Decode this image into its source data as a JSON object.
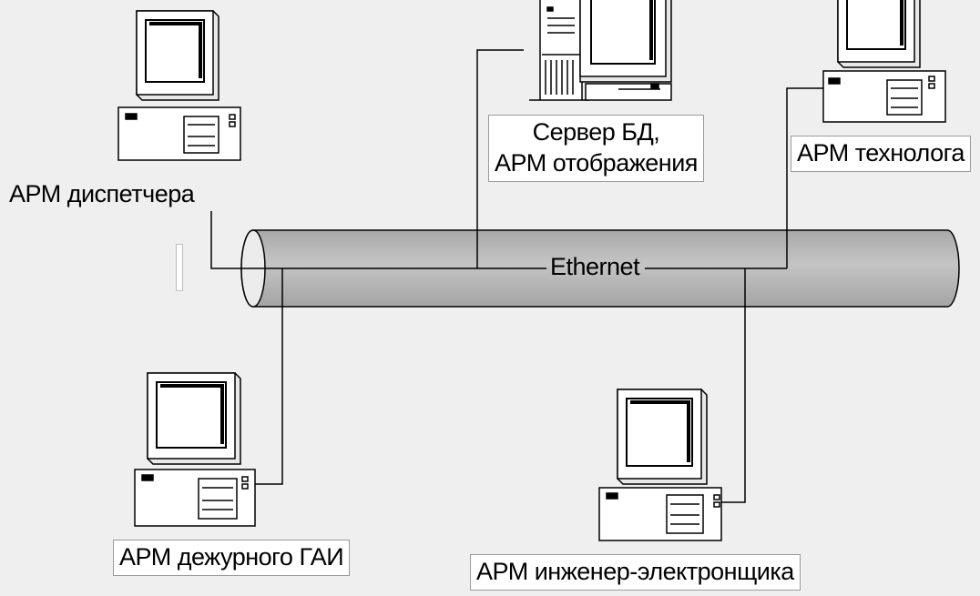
{
  "network": {
    "bus_label": "Ethernet"
  },
  "workstations": {
    "dispatcher": {
      "label": "АРМ диспетчера"
    },
    "db_server": {
      "label_line1": "Сервер БД,",
      "label_line2": "АРМ отображения"
    },
    "technologist": {
      "label": "АРМ технолога"
    },
    "traffic_police": {
      "label": "АРМ дежурного ГАИ"
    },
    "electronics_engineer": {
      "label": "АРМ инженер-электронщика"
    }
  },
  "colors": {
    "background": "#efefef",
    "cable_fill": "#b8b8b8",
    "line": "#000000",
    "label_box": "#ffffff"
  }
}
